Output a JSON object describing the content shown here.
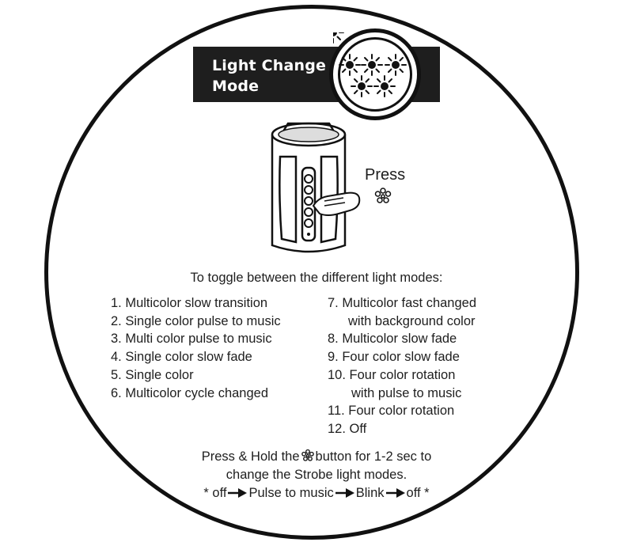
{
  "title": {
    "line1": "Light Change",
    "line2": "Mode"
  },
  "icons": {
    "title_lights": "five-sun-lights-icon",
    "press_button": "strobe-flower-icon",
    "device": "speaker-device-illustration"
  },
  "press_label": "Press",
  "intro": "To toggle between the different light modes:",
  "modes_left": [
    "1.  Multicolor slow transition",
    "2. Single color pulse to music",
    "3. Multi color pulse to music",
    "4. Single color slow fade",
    "5. Single color",
    "6. Multicolor cycle changed"
  ],
  "modes_right": [
    {
      "text": "7.  Multicolor fast changed",
      "indent": false
    },
    {
      "text": "with background color",
      "indent": true
    },
    {
      "text": "8.  Multicolor slow fade",
      "indent": false
    },
    {
      "text": "9.  Four color slow fade",
      "indent": false
    },
    {
      "text": "10. Four color rotation",
      "indent": false
    },
    {
      "text": "with pulse to music",
      "indent": true
    },
    {
      "text": "11.  Four color rotation",
      "indent": false
    },
    {
      "text": "12. Off",
      "indent": false
    }
  ],
  "footer": {
    "press_hold_before": "Press & Hold the",
    "press_hold_after": "button for 1-2 sec to",
    "line2": "change the Strobe light modes.",
    "sequence": [
      "* off",
      "Pulse to music",
      "Blink",
      "off *"
    ]
  },
  "colors": {
    "title_background": "#1e1e1e",
    "title_text": "#ffffff",
    "ink": "#1e1e1e"
  }
}
